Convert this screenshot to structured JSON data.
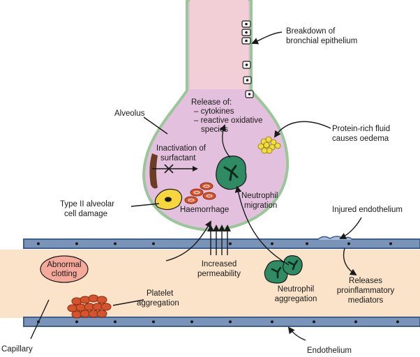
{
  "colors": {
    "alveolus_fill": "#e3c1de",
    "bronchus_fill": "#f2cfd6",
    "alveolus_border": "#9ac79a",
    "capillary_fill": "#fae3c8",
    "endothelium": "#3e5f8e",
    "neutrophil": "#2e8b63",
    "rbc": "#d4552d",
    "protein": "#f2dc40",
    "type2_cell": "#f6d63c",
    "damage": "#6b3d24"
  },
  "labels": {
    "bronchial_1": "Breakdown of",
    "bronchial_2": "bronchial epithelium",
    "alveolus": "Alveolus",
    "release_title": "Release of:",
    "release_1": "– cytokines",
    "release_2": "– reactive oxidative",
    "release_3": "species",
    "protein_1": "Protein-rich fluid",
    "protein_2": "causes oedema",
    "surfactant_1": "Inactivation of",
    "surfactant_2": "surfactant",
    "neutrophil_migration_1": "Neutrophil",
    "neutrophil_migration_2": "migration",
    "type2_1": "Type II alveolar",
    "type2_2": "cell damage",
    "haemorrhage": "Haemorrhage",
    "injured_endothelium": "Injured endothelium",
    "abnormal_clotting_1": "Abnormal",
    "abnormal_clotting_2": "clotting",
    "increased_permeability_1": "Increased",
    "increased_permeability_2": "permeability",
    "neutrophil_aggregation_1": "Neutrophil",
    "neutrophil_aggregation_2": "aggregation",
    "releases_1": "Releases",
    "releases_2": "proinflammatory",
    "releases_3": "mediators",
    "platelet_1": "Platelet",
    "platelet_2": "aggregation",
    "capillary": "Capillary",
    "endothelium": "Endothelium"
  }
}
